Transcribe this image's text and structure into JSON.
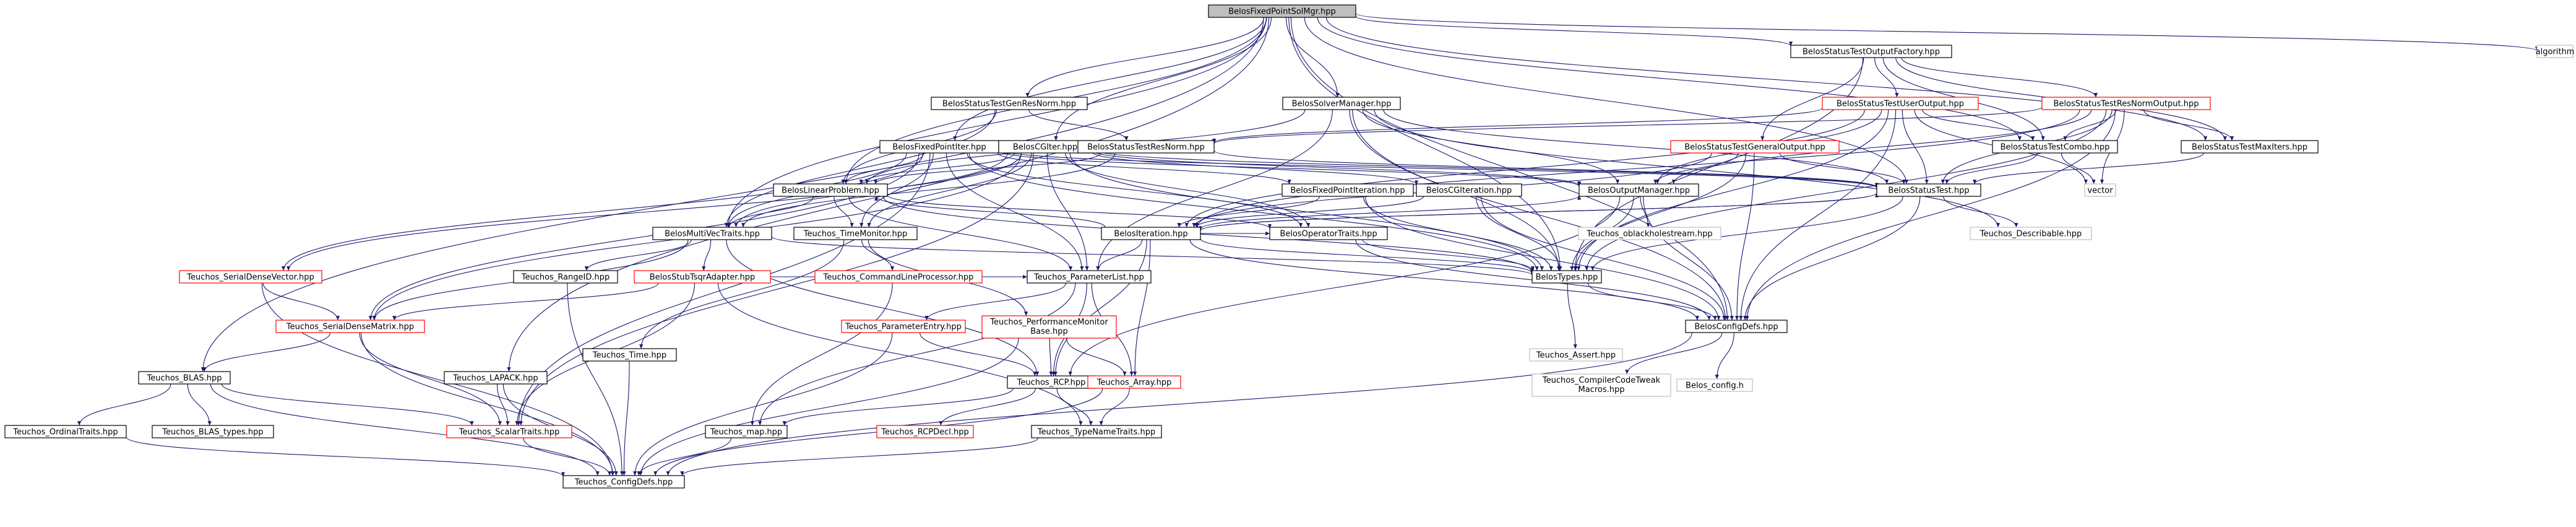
{
  "title": "BelosFixedPointSolMgr.hpp",
  "colors": {
    "edge": "#191970",
    "border_normal": "#000000",
    "border_red": "#ff0000",
    "border_gray": "#bfbfbf",
    "fill_root": "#bfbfbf",
    "fill_normal": "#ffffff"
  },
  "nodes": [
    {
      "id": "root",
      "label": "BelosFixedPointSolMgr.hpp",
      "style": "root"
    },
    {
      "id": "algorithm",
      "label": "algorithm",
      "style": "gray"
    },
    {
      "id": "outfactory",
      "label": "BelosStatusTestOutputFactory.hpp",
      "style": "normal"
    },
    {
      "id": "genresnorm",
      "label": "BelosStatusTestGenResNorm.hpp",
      "style": "normal"
    },
    {
      "id": "solvermgr",
      "label": "BelosSolverManager.hpp",
      "style": "normal"
    },
    {
      "id": "useroutput",
      "label": "BelosStatusTestUserOutput.hpp",
      "style": "red"
    },
    {
      "id": "resnormoutput",
      "label": "BelosStatusTestResNormOutput.hpp",
      "style": "red"
    },
    {
      "id": "fixedpointiter",
      "label": "BelosFixedPointIter.hpp",
      "style": "normal"
    },
    {
      "id": "cgiter",
      "label": "BelosCGIter.hpp",
      "style": "normal"
    },
    {
      "id": "resnorm",
      "label": "BelosStatusTestResNorm.hpp",
      "style": "normal"
    },
    {
      "id": "generaloutput",
      "label": "BelosStatusTestGeneralOutput.hpp",
      "style": "red"
    },
    {
      "id": "combo",
      "label": "BelosStatusTestCombo.hpp",
      "style": "normal"
    },
    {
      "id": "maxiters",
      "label": "BelosStatusTestMaxIters.hpp",
      "style": "normal"
    },
    {
      "id": "linearproblem",
      "label": "BelosLinearProblem.hpp",
      "style": "normal"
    },
    {
      "id": "fixedpointiteration",
      "label": "BelosFixedPointIteration.hpp",
      "style": "normal"
    },
    {
      "id": "cgiteration",
      "label": "BelosCGIteration.hpp",
      "style": "normal"
    },
    {
      "id": "outputmgr",
      "label": "BelosOutputManager.hpp",
      "style": "normal"
    },
    {
      "id": "statustest",
      "label": "BelosStatusTest.hpp",
      "style": "normal"
    },
    {
      "id": "vector",
      "label": "vector",
      "style": "gray"
    },
    {
      "id": "multivectraits",
      "label": "BelosMultiVecTraits.hpp",
      "style": "normal"
    },
    {
      "id": "timemonitor",
      "label": "Teuchos_TimeMonitor.hpp",
      "style": "normal"
    },
    {
      "id": "iteration",
      "label": "BelosIteration.hpp",
      "style": "normal"
    },
    {
      "id": "operatortraits",
      "label": "BelosOperatorTraits.hpp",
      "style": "normal"
    },
    {
      "id": "oblackhole",
      "label": "Teuchos_oblackholestream.hpp",
      "style": "gray"
    },
    {
      "id": "describable",
      "label": "Teuchos_Describable.hpp",
      "style": "gray"
    },
    {
      "id": "serialdensevector",
      "label": "Teuchos_SerialDenseVector.hpp",
      "style": "red"
    },
    {
      "id": "rangeid",
      "label": "Teuchos_RangeID.hpp",
      "style": "normal"
    },
    {
      "id": "stubtsqr",
      "label": "BelosStubTsqrAdapter.hpp",
      "style": "red"
    },
    {
      "id": "cmdlineprocessor",
      "label": "Teuchos_CommandLineProcessor.hpp",
      "style": "red"
    },
    {
      "id": "parameterlist",
      "label": "Teuchos_ParameterList.hpp",
      "style": "normal"
    },
    {
      "id": "belostypes",
      "label": "BelosTypes.hpp",
      "style": "normal"
    },
    {
      "id": "serialdensematrix",
      "label": "Teuchos_SerialDenseMatrix.hpp",
      "style": "red"
    },
    {
      "id": "teuchostime",
      "label": "Teuchos_Time.hpp",
      "style": "normal"
    },
    {
      "id": "parameterentry",
      "label": "Teuchos_ParameterEntry.hpp",
      "style": "red"
    },
    {
      "id": "perfmonitorbase",
      "label": "Teuchos_PerformanceMonitor\nBase.hpp",
      "style": "red"
    },
    {
      "id": "assert",
      "label": "Teuchos_Assert.hpp",
      "style": "gray"
    },
    {
      "id": "configdefs",
      "label": "BelosConfigDefs.hpp",
      "style": "normal"
    },
    {
      "id": "blas",
      "label": "Teuchos_BLAS.hpp",
      "style": "normal"
    },
    {
      "id": "lapack",
      "label": "Teuchos_LAPACK.hpp",
      "style": "normal"
    },
    {
      "id": "compilercodetweak",
      "label": "Teuchos_CompilerCodeTweak\nMacros.hpp",
      "style": "gray"
    },
    {
      "id": "belosconfigh",
      "label": "Belos_config.h",
      "style": "gray"
    },
    {
      "id": "rcp",
      "label": "Teuchos_RCP.hpp",
      "style": "normal"
    },
    {
      "id": "array",
      "label": "Teuchos_Array.hpp",
      "style": "red"
    },
    {
      "id": "ordinaltraits",
      "label": "Teuchos_OrdinalTraits.hpp",
      "style": "normal"
    },
    {
      "id": "blastypes",
      "label": "Teuchos_BLAS_types.hpp",
      "style": "normal"
    },
    {
      "id": "scalartraits",
      "label": "Teuchos_ScalarTraits.hpp",
      "style": "red"
    },
    {
      "id": "teuchosmap",
      "label": "Teuchos_map.hpp",
      "style": "normal"
    },
    {
      "id": "rcpdecl",
      "label": "Teuchos_RCPDecl.hpp",
      "style": "red"
    },
    {
      "id": "typenametraits",
      "label": "Teuchos_TypeNameTraits.hpp",
      "style": "normal"
    },
    {
      "id": "configdefs2",
      "label": "Teuchos_ConfigDefs.hpp",
      "style": "normal"
    }
  ],
  "edges": [
    [
      "root",
      "algorithm"
    ],
    [
      "root",
      "outfactory"
    ],
    [
      "root",
      "genresnorm"
    ],
    [
      "root",
      "solvermgr"
    ],
    [
      "root",
      "fixedpointiter"
    ],
    [
      "root",
      "cgiter"
    ],
    [
      "root",
      "linearproblem"
    ],
    [
      "root",
      "combo"
    ],
    [
      "root",
      "maxiters"
    ],
    [
      "root",
      "configdefs"
    ],
    [
      "root",
      "blas"
    ],
    [
      "root",
      "lapack"
    ],
    [
      "root",
      "belostypes"
    ],
    [
      "root",
      "multivectraits"
    ],
    [
      "root",
      "statustest"
    ],
    [
      "outfactory",
      "useroutput"
    ],
    [
      "outfactory",
      "resnormoutput"
    ],
    [
      "outfactory",
      "generaloutput"
    ],
    [
      "outfactory",
      "combo"
    ],
    [
      "outfactory",
      "maxiters"
    ],
    [
      "outfactory",
      "belostypes"
    ],
    [
      "useroutput",
      "statustest"
    ],
    [
      "useroutput",
      "combo"
    ],
    [
      "useroutput",
      "resnorm"
    ],
    [
      "useroutput",
      "outputmgr"
    ],
    [
      "useroutput",
      "belostypes"
    ],
    [
      "useroutput",
      "configdefs"
    ],
    [
      "useroutput",
      "vector"
    ],
    [
      "useroutput",
      "iteration"
    ],
    [
      "resnormoutput",
      "statustest"
    ],
    [
      "resnormoutput",
      "combo"
    ],
    [
      "resnormoutput",
      "maxiters"
    ],
    [
      "resnormoutput",
      "resnorm"
    ],
    [
      "resnormoutput",
      "outputmgr"
    ],
    [
      "resnormoutput",
      "belostypes"
    ],
    [
      "resnormoutput",
      "configdefs"
    ],
    [
      "resnormoutput",
      "iteration"
    ],
    [
      "resnormoutput",
      "vector"
    ],
    [
      "generaloutput",
      "statustest"
    ],
    [
      "generaloutput",
      "outputmgr"
    ],
    [
      "generaloutput",
      "belostypes"
    ],
    [
      "generaloutput",
      "configdefs"
    ],
    [
      "generaloutput",
      "iteration"
    ],
    [
      "genresnorm",
      "resnorm"
    ],
    [
      "genresnorm",
      "linearproblem"
    ],
    [
      "genresnorm",
      "multivectraits"
    ],
    [
      "solvermgr",
      "linearproblem"
    ],
    [
      "solvermgr",
      "statustest"
    ],
    [
      "solvermgr",
      "outputmgr"
    ],
    [
      "solvermgr",
      "belostypes"
    ],
    [
      "solvermgr",
      "configdefs"
    ],
    [
      "solvermgr",
      "parameterlist"
    ],
    [
      "solvermgr",
      "describable"
    ],
    [
      "fixedpointiter",
      "linearproblem"
    ],
    [
      "fixedpointiter",
      "multivectraits"
    ],
    [
      "fixedpointiter",
      "fixedpointiteration"
    ],
    [
      "fixedpointiter",
      "operatortraits"
    ],
    [
      "fixedpointiter",
      "statustest"
    ],
    [
      "fixedpointiter",
      "outputmgr"
    ],
    [
      "fixedpointiter",
      "belostypes"
    ],
    [
      "fixedpointiter",
      "serialdensematrix"
    ],
    [
      "fixedpointiter",
      "serialdensevector"
    ],
    [
      "fixedpointiter",
      "scalartraits"
    ],
    [
      "fixedpointiter",
      "parameterlist"
    ],
    [
      "fixedpointiter",
      "timemonitor"
    ],
    [
      "cgiter",
      "linearproblem"
    ],
    [
      "cgiter",
      "multivectraits"
    ],
    [
      "cgiter",
      "cgiteration"
    ],
    [
      "cgiter",
      "operatortraits"
    ],
    [
      "cgiter",
      "statustest"
    ],
    [
      "cgiter",
      "outputmgr"
    ],
    [
      "cgiter",
      "belostypes"
    ],
    [
      "cgiter",
      "serialdensematrix"
    ],
    [
      "cgiter",
      "serialdensevector"
    ],
    [
      "cgiter",
      "scalartraits"
    ],
    [
      "cgiter",
      "parameterlist"
    ],
    [
      "cgiter",
      "timemonitor"
    ],
    [
      "resnorm",
      "statustest"
    ],
    [
      "resnorm",
      "multivectraits"
    ],
    [
      "resnorm",
      "linearproblem"
    ],
    [
      "combo",
      "statustest"
    ],
    [
      "combo",
      "vector"
    ],
    [
      "maxiters",
      "statustest"
    ],
    [
      "linearproblem",
      "multivectraits"
    ],
    [
      "linearproblem",
      "operatortraits"
    ],
    [
      "linearproblem",
      "timemonitor"
    ],
    [
      "linearproblem",
      "belostypes"
    ],
    [
      "linearproblem",
      "parameterlist"
    ],
    [
      "fixedpointiteration",
      "iteration"
    ],
    [
      "fixedpointiteration",
      "belostypes"
    ],
    [
      "fixedpointiteration",
      "configdefs"
    ],
    [
      "cgiteration",
      "iteration"
    ],
    [
      "cgiteration",
      "belostypes"
    ],
    [
      "cgiteration",
      "configdefs"
    ],
    [
      "outputmgr",
      "belostypes"
    ],
    [
      "outputmgr",
      "oblackhole"
    ],
    [
      "outputmgr",
      "rcp"
    ],
    [
      "outputmgr",
      "configdefs"
    ],
    [
      "statustest",
      "belostypes"
    ],
    [
      "statustest",
      "iteration"
    ],
    [
      "statustest",
      "describable"
    ],
    [
      "statustest",
      "configdefs"
    ],
    [
      "multivectraits",
      "belostypes"
    ],
    [
      "multivectraits",
      "stubtsqr"
    ],
    [
      "multivectraits",
      "rangeid"
    ],
    [
      "multivectraits",
      "serialdensematrix"
    ],
    [
      "multivectraits",
      "rcp"
    ],
    [
      "timemonitor",
      "cmdlineprocessor"
    ],
    [
      "timemonitor",
      "perfmonitorbase"
    ],
    [
      "timemonitor",
      "teuchostime"
    ],
    [
      "iteration",
      "linearproblem"
    ],
    [
      "iteration",
      "operatortraits"
    ],
    [
      "iteration",
      "outputmgr"
    ],
    [
      "iteration",
      "statustest"
    ],
    [
      "iteration",
      "parameterlist"
    ],
    [
      "iteration",
      "rcp"
    ],
    [
      "iteration",
      "belostypes"
    ],
    [
      "iteration",
      "configdefs"
    ],
    [
      "iteration",
      "array"
    ],
    [
      "operatortraits",
      "belostypes"
    ],
    [
      "operatortraits",
      "configdefs"
    ],
    [
      "serialdensevector",
      "serialdensematrix"
    ],
    [
      "serialdensevector",
      "configdefs2"
    ],
    [
      "stubtsqr",
      "serialdensematrix"
    ],
    [
      "stubtsqr",
      "parameterlist"
    ],
    [
      "stubtsqr",
      "scalartraits"
    ],
    [
      "stubtsqr",
      "typenametraits"
    ],
    [
      "cmdlineprocessor",
      "teuchosmap"
    ],
    [
      "parameterlist",
      "parameterentry"
    ],
    [
      "parameterlist",
      "rcp"
    ],
    [
      "parameterlist",
      "array"
    ],
    [
      "parameterlist",
      "teuchosmap"
    ],
    [
      "belostypes",
      "assert"
    ],
    [
      "belostypes",
      "configdefs"
    ],
    [
      "serialdensematrix",
      "blas"
    ],
    [
      "serialdensematrix",
      "scalartraits"
    ],
    [
      "serialdensematrix",
      "configdefs2"
    ],
    [
      "perfmonitorbase",
      "rcp"
    ],
    [
      "perfmonitorbase",
      "array"
    ],
    [
      "perfmonitorbase",
      "configdefs2"
    ],
    [
      "teuchostime",
      "configdefs2"
    ],
    [
      "parameterentry",
      "rcp"
    ],
    [
      "parameterentry",
      "configdefs2"
    ],
    [
      "configdefs",
      "compilercodetweak"
    ],
    [
      "configdefs",
      "belosconfigh"
    ],
    [
      "configdefs",
      "configdefs2"
    ],
    [
      "blas",
      "ordinaltraits"
    ],
    [
      "blas",
      "blastypes"
    ],
    [
      "blas",
      "scalartraits"
    ],
    [
      "blas",
      "configdefs2"
    ],
    [
      "lapack",
      "scalartraits"
    ],
    [
      "lapack",
      "configdefs2"
    ],
    [
      "rcp",
      "rcpdecl"
    ],
    [
      "rcp",
      "typenametraits"
    ],
    [
      "rcp",
      "teuchosmap"
    ],
    [
      "array",
      "typenametraits"
    ],
    [
      "array",
      "configdefs2"
    ],
    [
      "scalartraits",
      "configdefs2"
    ],
    [
      "teuchosmap",
      "configdefs2"
    ],
    [
      "typenametraits",
      "configdefs2"
    ],
    [
      "ordinaltraits",
      "configdefs2"
    ],
    [
      "rangeid",
      "configdefs2"
    ]
  ]
}
